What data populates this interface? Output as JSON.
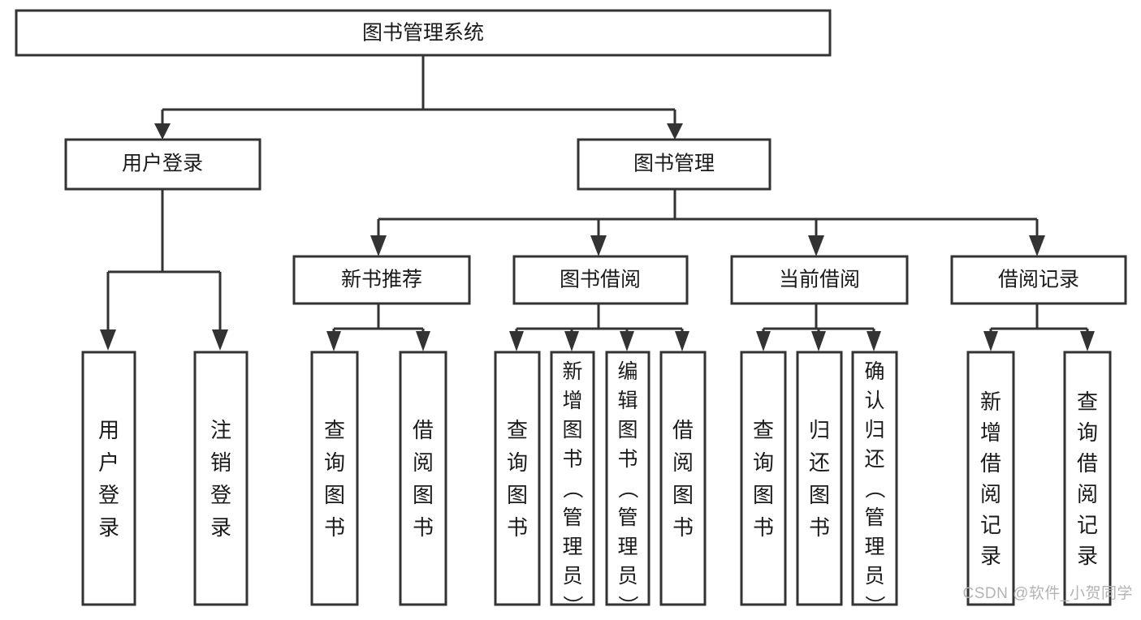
{
  "diagram": {
    "type": "tree",
    "title": "图书管理系统",
    "root": {
      "id": "root",
      "label": "图书管理系统"
    },
    "level2": [
      {
        "id": "user-login",
        "label": "用户登录"
      },
      {
        "id": "book-manage",
        "label": "图书管理"
      }
    ],
    "level3": [
      {
        "id": "new-book-recommend",
        "label": "新书推荐",
        "parent": "book-manage"
      },
      {
        "id": "book-borrow",
        "label": "图书借阅",
        "parent": "book-manage"
      },
      {
        "id": "current-borrow",
        "label": "当前借阅",
        "parent": "book-manage"
      },
      {
        "id": "borrow-record",
        "label": "借阅记录",
        "parent": "book-manage"
      }
    ],
    "leaves": [
      {
        "id": "leaf-user-login",
        "label": "用户登录",
        "parent": "user-login"
      },
      {
        "id": "leaf-user-logout",
        "label": "注销登录",
        "parent": "user-login"
      },
      {
        "id": "leaf-query-book-1",
        "label": "查询图书",
        "parent": "new-book-recommend"
      },
      {
        "id": "leaf-borrow-book-1",
        "label": "借阅图书",
        "parent": "new-book-recommend"
      },
      {
        "id": "leaf-query-book-2",
        "label": "查询图书",
        "parent": "book-borrow"
      },
      {
        "id": "leaf-add-book",
        "label": "新增图书（管理员）",
        "parent": "book-borrow"
      },
      {
        "id": "leaf-edit-book",
        "label": "编辑图书（管理员）",
        "parent": "book-borrow"
      },
      {
        "id": "leaf-borrow-book-2",
        "label": "借阅图书",
        "parent": "book-borrow"
      },
      {
        "id": "leaf-query-book-3",
        "label": "查询图书",
        "parent": "current-borrow"
      },
      {
        "id": "leaf-return-book",
        "label": "归还图书",
        "parent": "current-borrow"
      },
      {
        "id": "leaf-confirm-return",
        "label": "确认归还（管理员）",
        "parent": "current-borrow"
      },
      {
        "id": "leaf-add-record",
        "label": "新增借阅记录",
        "parent": "borrow-record"
      },
      {
        "id": "leaf-query-record",
        "label": "查询借阅记录",
        "parent": "borrow-record"
      }
    ],
    "colors": {
      "box_fill": "#ffffff",
      "box_stroke": "#333333",
      "text": "#1a1a1a",
      "background": "#ffffff",
      "watermark": "#b3b3b3"
    }
  },
  "watermark": {
    "text": "CSDN @软件_小贺同学"
  }
}
